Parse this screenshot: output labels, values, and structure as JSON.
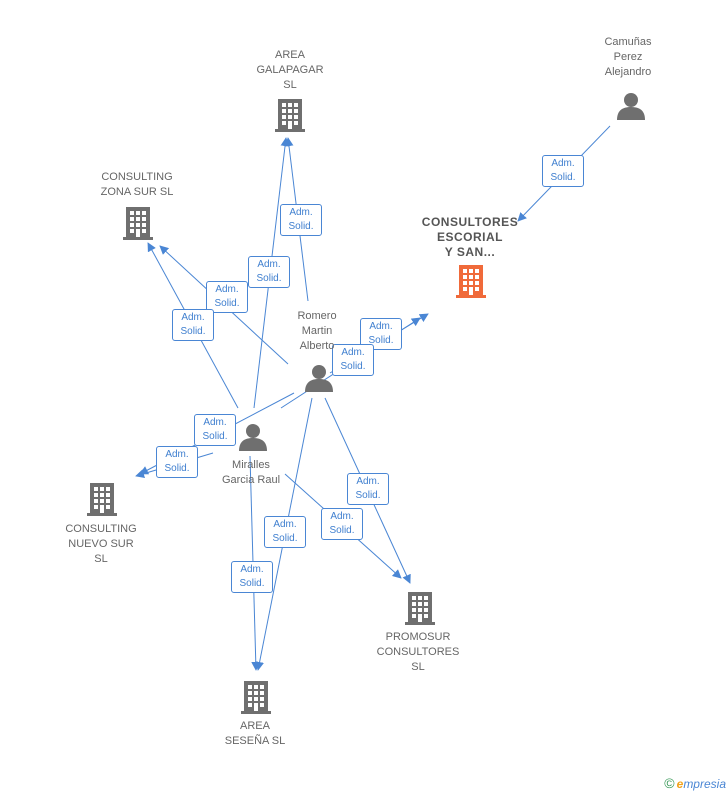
{
  "nodes": [
    {
      "id": "area_galapagar",
      "label": "AREA\nGALAPAGAR\nSL",
      "kind": "company"
    },
    {
      "id": "camunas",
      "label": "Camuñas\nPerez\nAlejandro",
      "kind": "person"
    },
    {
      "id": "consulting_zona_sur",
      "label": "CONSULTING\nZONA SUR  SL",
      "kind": "company"
    },
    {
      "id": "consultores_escorial",
      "label": "CONSULTORES\nESCORIAL\nY SAN...",
      "kind": "main"
    },
    {
      "id": "romero",
      "label": "Romero\nMartin\nAlberto",
      "kind": "person"
    },
    {
      "id": "miralles",
      "label": "Miralles\nGarcia Raul",
      "kind": "person"
    },
    {
      "id": "consulting_nuevo_sur",
      "label": "CONSULTING\nNUEVO SUR\nSL",
      "kind": "company"
    },
    {
      "id": "promosur",
      "label": "PROMOSUR\nCONSULTORES\nSL",
      "kind": "company"
    },
    {
      "id": "area_sesena",
      "label": "AREA\nSESEÑA  SL",
      "kind": "company"
    }
  ],
  "edge_label_text": "Adm.\nSolid.",
  "edges": [
    {
      "from": "camunas",
      "to": "consultores_escorial",
      "label": "Adm.\nSolid."
    },
    {
      "from": "romero",
      "to": "area_galapagar",
      "label": "Adm.\nSolid."
    },
    {
      "from": "miralles",
      "to": "area_galapagar",
      "label": "Adm.\nSolid."
    },
    {
      "from": "romero",
      "to": "consulting_zona_sur",
      "label": "Adm.\nSolid."
    },
    {
      "from": "miralles",
      "to": "consulting_zona_sur",
      "label": "Adm.\nSolid."
    },
    {
      "from": "romero",
      "to": "consultores_escorial",
      "label": "Adm.\nSolid."
    },
    {
      "from": "miralles",
      "to": "consultores_escorial",
      "label": "Adm.\nSolid."
    },
    {
      "from": "romero",
      "to": "consulting_nuevo_sur",
      "label": "Adm.\nSolid."
    },
    {
      "from": "miralles",
      "to": "consulting_nuevo_sur",
      "label": "Adm.\nSolid."
    },
    {
      "from": "romero",
      "to": "promosur",
      "label": "Adm.\nSolid."
    },
    {
      "from": "miralles",
      "to": "promosur",
      "label": "Adm.\nSolid."
    },
    {
      "from": "romero",
      "to": "area_sesena",
      "label": "Adm.\nSolid."
    },
    {
      "from": "miralles",
      "to": "area_sesena",
      "label": "Adm.\nSolid."
    }
  ],
  "colors": {
    "edge": "#4a86d4",
    "company_icon": "#6f6f6f",
    "main_icon": "#f06a3a",
    "person_icon": "#6f6f6f"
  },
  "brand": {
    "copyright": "©",
    "e": "e",
    "rest": "mpresia"
  }
}
